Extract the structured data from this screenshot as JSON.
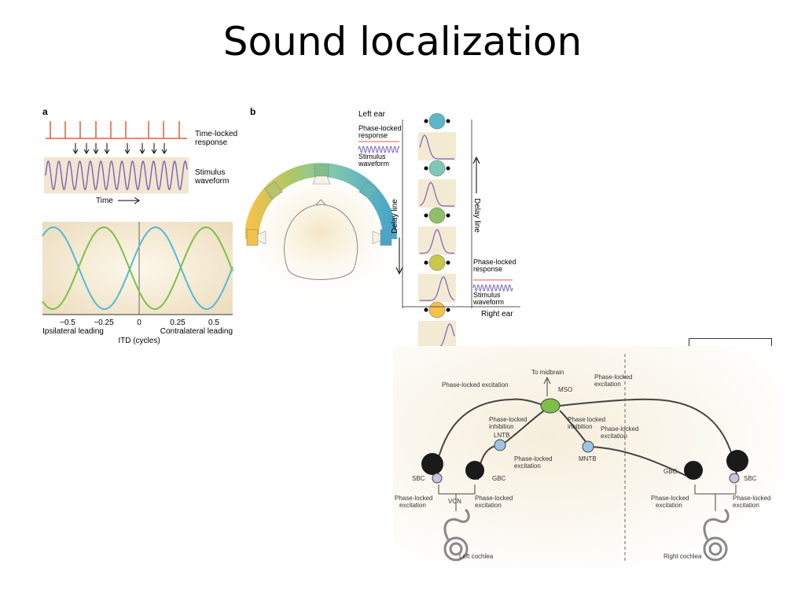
{
  "slide": {
    "title": "Sound localization"
  },
  "panel_a": {
    "label": "a",
    "time_locked": [
      "Time-locked",
      "response"
    ],
    "stimulus": [
      "Stimulus",
      "waveform"
    ],
    "time": "Time",
    "ticks": [
      "−0.5",
      "−0.25",
      "0",
      "0.25",
      "0.5"
    ],
    "ipsi": "Ipsilateral leading",
    "contra": "Contralateral leading",
    "itd": "ITD (cycles)"
  },
  "panel_b": {
    "label": "b",
    "left_ear": "Left ear",
    "right_ear": "Right ear",
    "phase_top": [
      "Phase-locked",
      "response"
    ],
    "stim_top": [
      "Stimulus",
      "waveform"
    ],
    "phase_bottom": [
      "Phase-locked",
      "response"
    ],
    "stim_bottom": [
      "Stimulus",
      "waveform"
    ],
    "delay_line": "Delay line"
  },
  "circuit": {
    "to_midbrain": "To midbrain",
    "mso": "MSO",
    "pl_exc_left": [
      "Phase-locked excitation"
    ],
    "pl_exc_right": [
      "Phase-locked",
      "excitation"
    ],
    "pl_inh_left": [
      "Phase-locked",
      "inhibition"
    ],
    "pl_inh_right": [
      "Phase locked",
      "inhibition"
    ],
    "pl_exc_mntb": [
      "Phase-locked",
      "excitation"
    ],
    "lntb": "LNTB",
    "mntb": "MNTB",
    "pl_exc_lntb": [
      "Phase-locked",
      "excitation"
    ],
    "sbc_left": "SBC",
    "gbc_left": "GBC",
    "gbc_right": "GBC",
    "sbc_right": "SBC",
    "pl_exc_cochlea": [
      "Phase-locked",
      "excitation"
    ],
    "vcn": "VCN",
    "left_cochlea": "Left cochlea",
    "right_cochlea": "Right cochlea"
  }
}
